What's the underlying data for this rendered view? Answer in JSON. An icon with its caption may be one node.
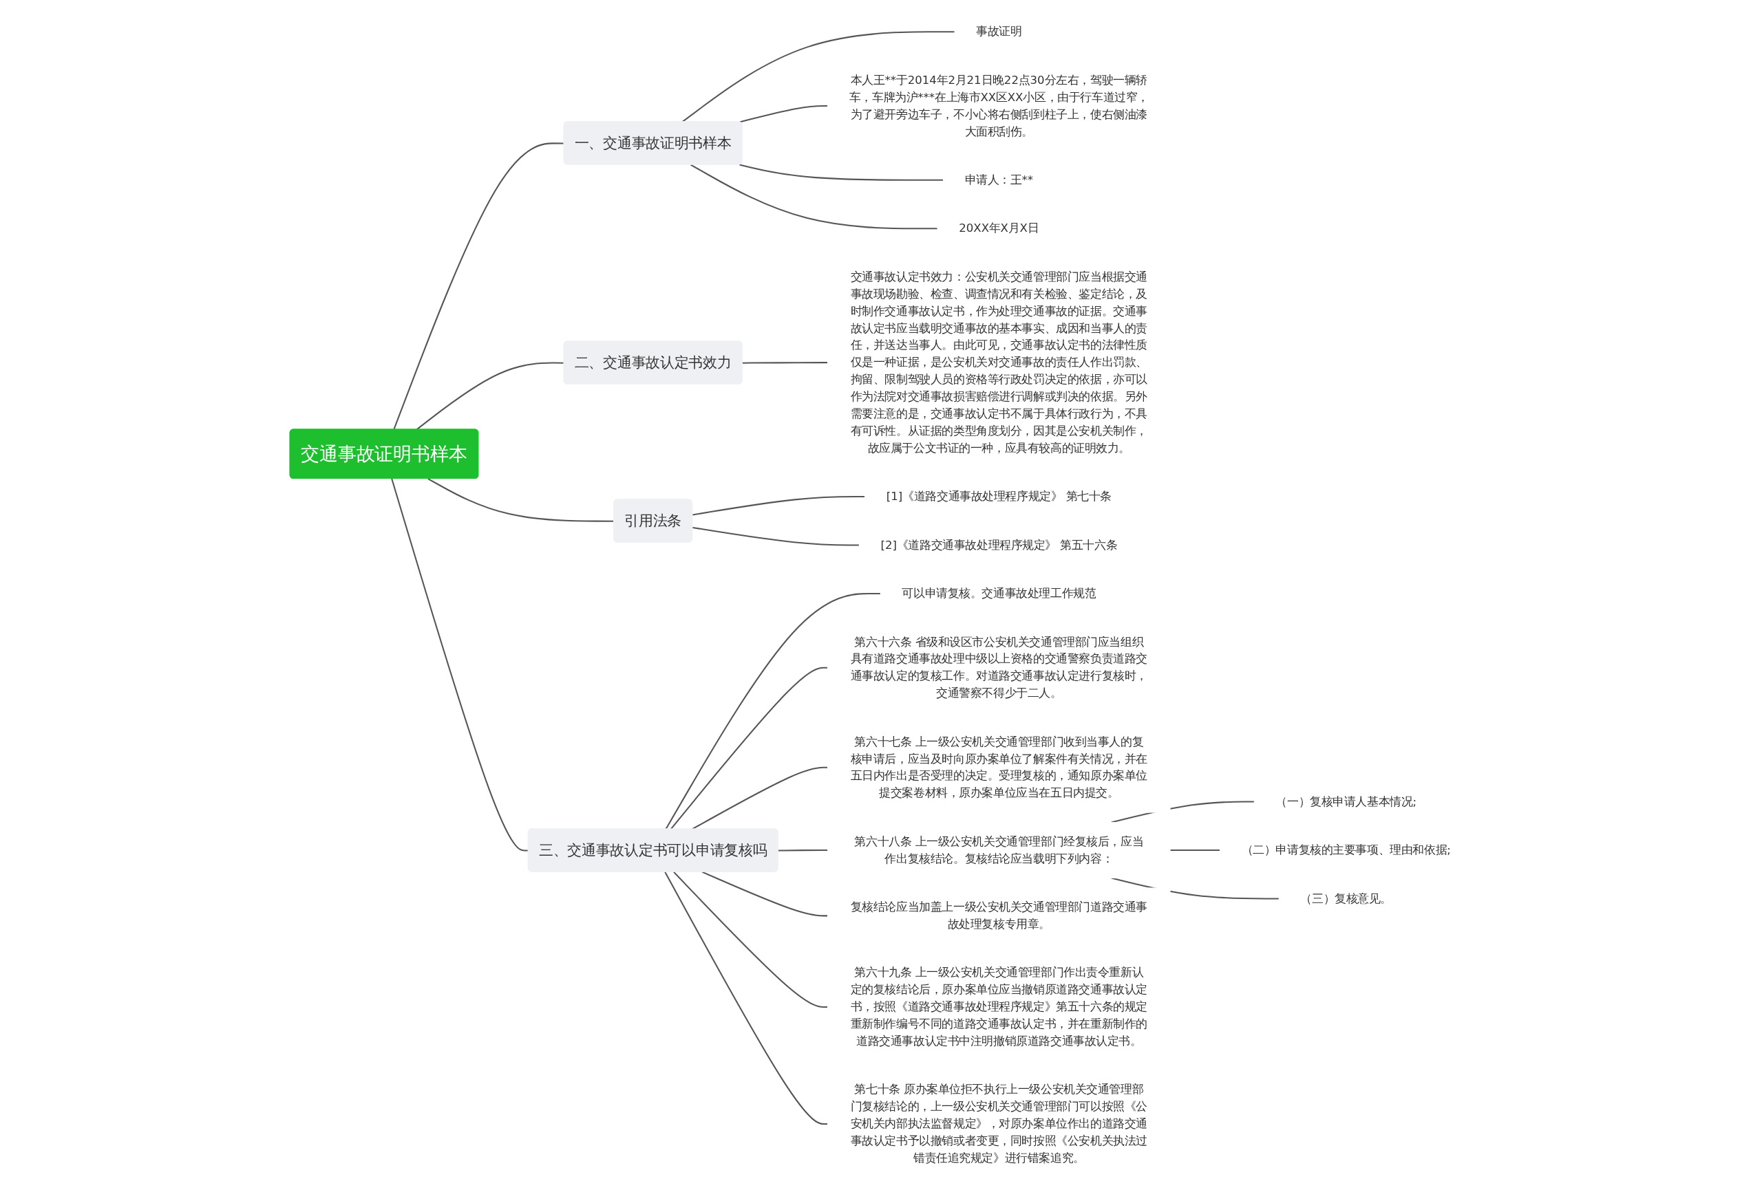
{
  "diagram": {
    "nodes": [
      {
        "text": [
          "交通事故证明书样本"
        ]
      },
      {
        "text": [
          "一、交通事故证明书样本"
        ]
      },
      {
        "text": [
          "事故证明"
        ]
      },
      {
        "text": [
          "本人王**于2014年2月21日晚22点30分左右，驾驶一辆轿车，车牌为沪***在上海市XX区XX小区，由于行车道过窄，为了避开旁边车子，不小心将右侧刮到柱子上，使右侧油漆大面积刮伤。"
        ]
      },
      {
        "text": [
          "申请人：王**"
        ]
      },
      {
        "text": [
          "20XX年X月X日"
        ]
      },
      {
        "text": [
          "二、交通事故认定书效力"
        ]
      },
      {
        "text": [
          "交通事故认定书效力：公安机关交通管理部门应当根据交通事故现场勘验、检查、调查情况和有关检验、鉴定结论，及时制作交通事故认定书，作为处理交通事故的证据。交通事故认定书应当载明交通事故的基本事实、成因和当事人的责任，并送达当事人。由此可见，交通事故认定书的法律性质仅是一种证据，是公安机关对交通事故的责任人作出罚款、拘留、限制驾驶人员的资格等行政处罚决定的依据，亦可以作为法院对交通事故损害赔偿进行调解或判决的依据。另外需要注意的是，交通事故认定书不属于具体行政行为，不具有可诉性。从证据的类型角度划分，因其是公安机关制作，故应属于公文书证的一种，应具有较高的证明效力。"
        ]
      },
      {
        "text": [
          "引用法条"
        ]
      },
      {
        "text": [
          "[1]《道路交通事故处理程序规定》 第七十条"
        ]
      },
      {
        "text": [
          "[2]《道路交通事故处理程序规定》 第五十六条"
        ]
      },
      {
        "text": [
          "三、交通事故认定书可以申请复核吗"
        ]
      },
      {
        "text": [
          "可以申请复核。交通事故处理工作规范"
        ]
      },
      {
        "text": [
          "第六十六条 省级和设区市公安机关交通管理部门应当组织具有道路交通事故处理中级以上资格的交通警察负责道路交通事故认定的复核工作。对道路交通事故认定进行复核时，交通警察不得少于二人。"
        ]
      },
      {
        "text": [
          "第六十七条 上一级公安机关交通管理部门收到当事人的复核申请后，应当及时向原办案单位了解案件有关情况，并在五日内作出是否受理的决定。受理复核的，通知原办案单位提交案卷材料，原办案单位应当在五日内提交。"
        ]
      },
      {
        "text": [
          "第六十八条 上一级公安机关交通管理部门经复核后，应当作出复核结论。复核结论应当载明下列内容："
        ]
      },
      {
        "text": [
          "（一）复核申请人基本情况;"
        ]
      },
      {
        "text": [
          "（二）申请复核的主要事项、理由和依据;"
        ]
      },
      {
        "text": [
          "（三）复核意见。"
        ]
      },
      {
        "text": [
          "复核结论应当加盖上一级公安机关交通管理部门道路交通事故处理复核专用章。"
        ]
      },
      {
        "text": [
          "第六十九条 上一级公安机关交通管理部门作出责令重新认定的复核结论后，原办案单位应当撤销原道路交通事故认定书，按照《道路交通事故处理程序规定》第五十六条的规定重新制作编号不同的道路交通事故认定书，并在重新制作的道路交通事故认定书中注明撤销原道路交通事故认定书。"
        ]
      },
      {
        "text": [
          "第七十条 原办案单位拒不执行上一级公安机关交通管理部门复核结论的，上一级公安机关交通管理部门可以按照《公安机关内部执法监督规定》，对原办案单位作出的道路交通事故认定书予以撤销或者变更，同时按照《公安机关执法过错责任追究规定》进行错案追究。"
        ]
      }
    ],
    "edges": [
      {
        "from": 0,
        "to": 1,
        "arrow": "none"
      },
      {
        "from": 1,
        "to": 2,
        "arrow": "none"
      },
      {
        "from": 1,
        "to": 3,
        "arrow": "none"
      },
      {
        "from": 1,
        "to": 4,
        "arrow": "none"
      },
      {
        "from": 1,
        "to": 5,
        "arrow": "none"
      },
      {
        "from": 0,
        "to": 6,
        "arrow": "none"
      },
      {
        "from": 6,
        "to": 7,
        "arrow": "none"
      },
      {
        "from": 0,
        "to": 8,
        "arrow": "none"
      },
      {
        "from": 8,
        "to": 9,
        "arrow": "none"
      },
      {
        "from": 8,
        "to": 10,
        "arrow": "none"
      },
      {
        "from": 0,
        "to": 11,
        "arrow": "none"
      },
      {
        "from": 11,
        "to": 12,
        "arrow": "none"
      },
      {
        "from": 11,
        "to": 13,
        "arrow": "none"
      },
      {
        "from": 11,
        "to": 14,
        "arrow": "none"
      },
      {
        "from": 11,
        "to": 15,
        "arrow": "none"
      },
      {
        "from": 15,
        "to": 16,
        "arrow": "none"
      },
      {
        "from": 15,
        "to": 17,
        "arrow": "none"
      },
      {
        "from": 15,
        "to": 18,
        "arrow": "none"
      },
      {
        "from": 11,
        "to": 19,
        "arrow": "none"
      },
      {
        "from": 11,
        "to": 20,
        "arrow": "none"
      },
      {
        "from": 11,
        "to": 21,
        "arrow": "none"
      }
    ]
  }
}
